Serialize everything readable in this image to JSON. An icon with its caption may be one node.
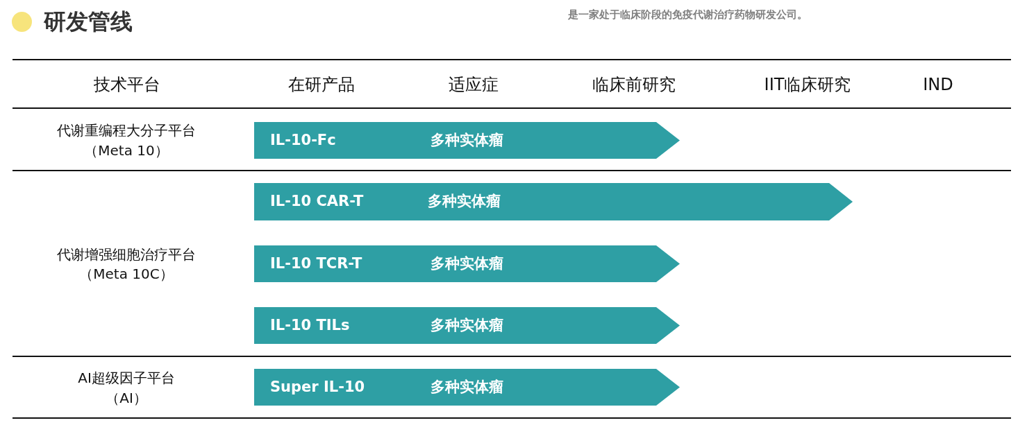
{
  "diagram": {
    "title": "研发管线",
    "nodes": [
      {
        "text": [
          "IL-10-Fc",
          "多种实体瘤"
        ]
      },
      {
        "text": [
          "IL-10 CAR-T",
          "多种实体瘤"
        ]
      },
      {
        "text": [
          "IL-10 TCR-T",
          "多种实体瘤"
        ]
      },
      {
        "text": [
          "IL-10 TILs",
          "多种实体瘤"
        ]
      },
      {
        "text": [
          "Super IL-10",
          "多种实体瘤"
        ]
      }
    ],
    "labels": [
      "是一家处于临床阶段的免疫代谢治疗药物研发公司。",
      "技术平台",
      "在研产品",
      "适应症",
      "临床前研究",
      "IIT临床研究",
      "IND",
      "代谢重编程大分子平台",
      "（Meta 10）",
      "代谢增强细胞治疗平台",
      "（Meta 10C）",
      "AI超级因子平台",
      "（AI）"
    ]
  }
}
